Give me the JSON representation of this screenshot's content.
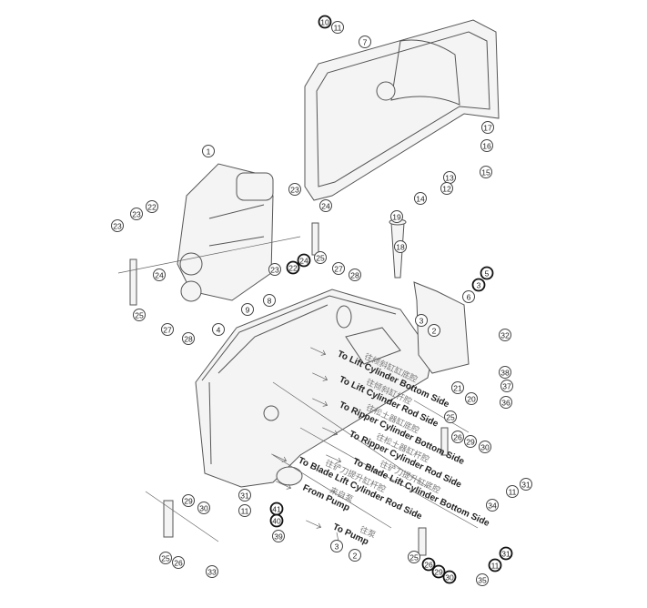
{
  "diagram": {
    "title": "",
    "callouts": [
      "10",
      "11",
      "7",
      "17",
      "16",
      "13",
      "12",
      "14",
      "15",
      "1",
      "22",
      "23",
      "23",
      "24",
      "25",
      "27",
      "28",
      "4",
      "23",
      "24",
      "23",
      "22",
      "24",
      "25",
      "27",
      "28",
      "19",
      "18",
      "5",
      "3",
      "6",
      "9",
      "8",
      "3",
      "2",
      "32",
      "38",
      "37",
      "36",
      "21",
      "20",
      "25",
      "26",
      "29",
      "30",
      "31",
      "11",
      "34",
      "29",
      "30",
      "31",
      "11",
      "25",
      "26",
      "33",
      "41",
      "40",
      "39",
      "3",
      "2",
      "25",
      "26",
      "29",
      "30",
      "35",
      "31",
      "11"
    ],
    "routes": [
      {
        "en": "To Lift Cylinder Bottom Side",
        "cn": "往倾斜缸缸底腔"
      },
      {
        "en": "To Lift Cylinder Rod Side",
        "cn": "往倾斜缸杆腔"
      },
      {
        "en": "To Ripper Cylinder Bottom Side",
        "cn": "往松土器缸底腔"
      },
      {
        "en": "To Ripper Cylinder Rod Side",
        "cn": "往松土器缸杆腔"
      },
      {
        "en": "To Blade Lift Cylinder Bottom Side",
        "cn": "往铲刀提升缸底腔"
      },
      {
        "en": "To Blade Lift Cylinder Rod Side",
        "cn": "往铲刀提升缸杆腔"
      },
      {
        "en": "From Pump",
        "cn": "来自泵"
      },
      {
        "en": "To Pump",
        "cn": "往泵"
      }
    ]
  }
}
